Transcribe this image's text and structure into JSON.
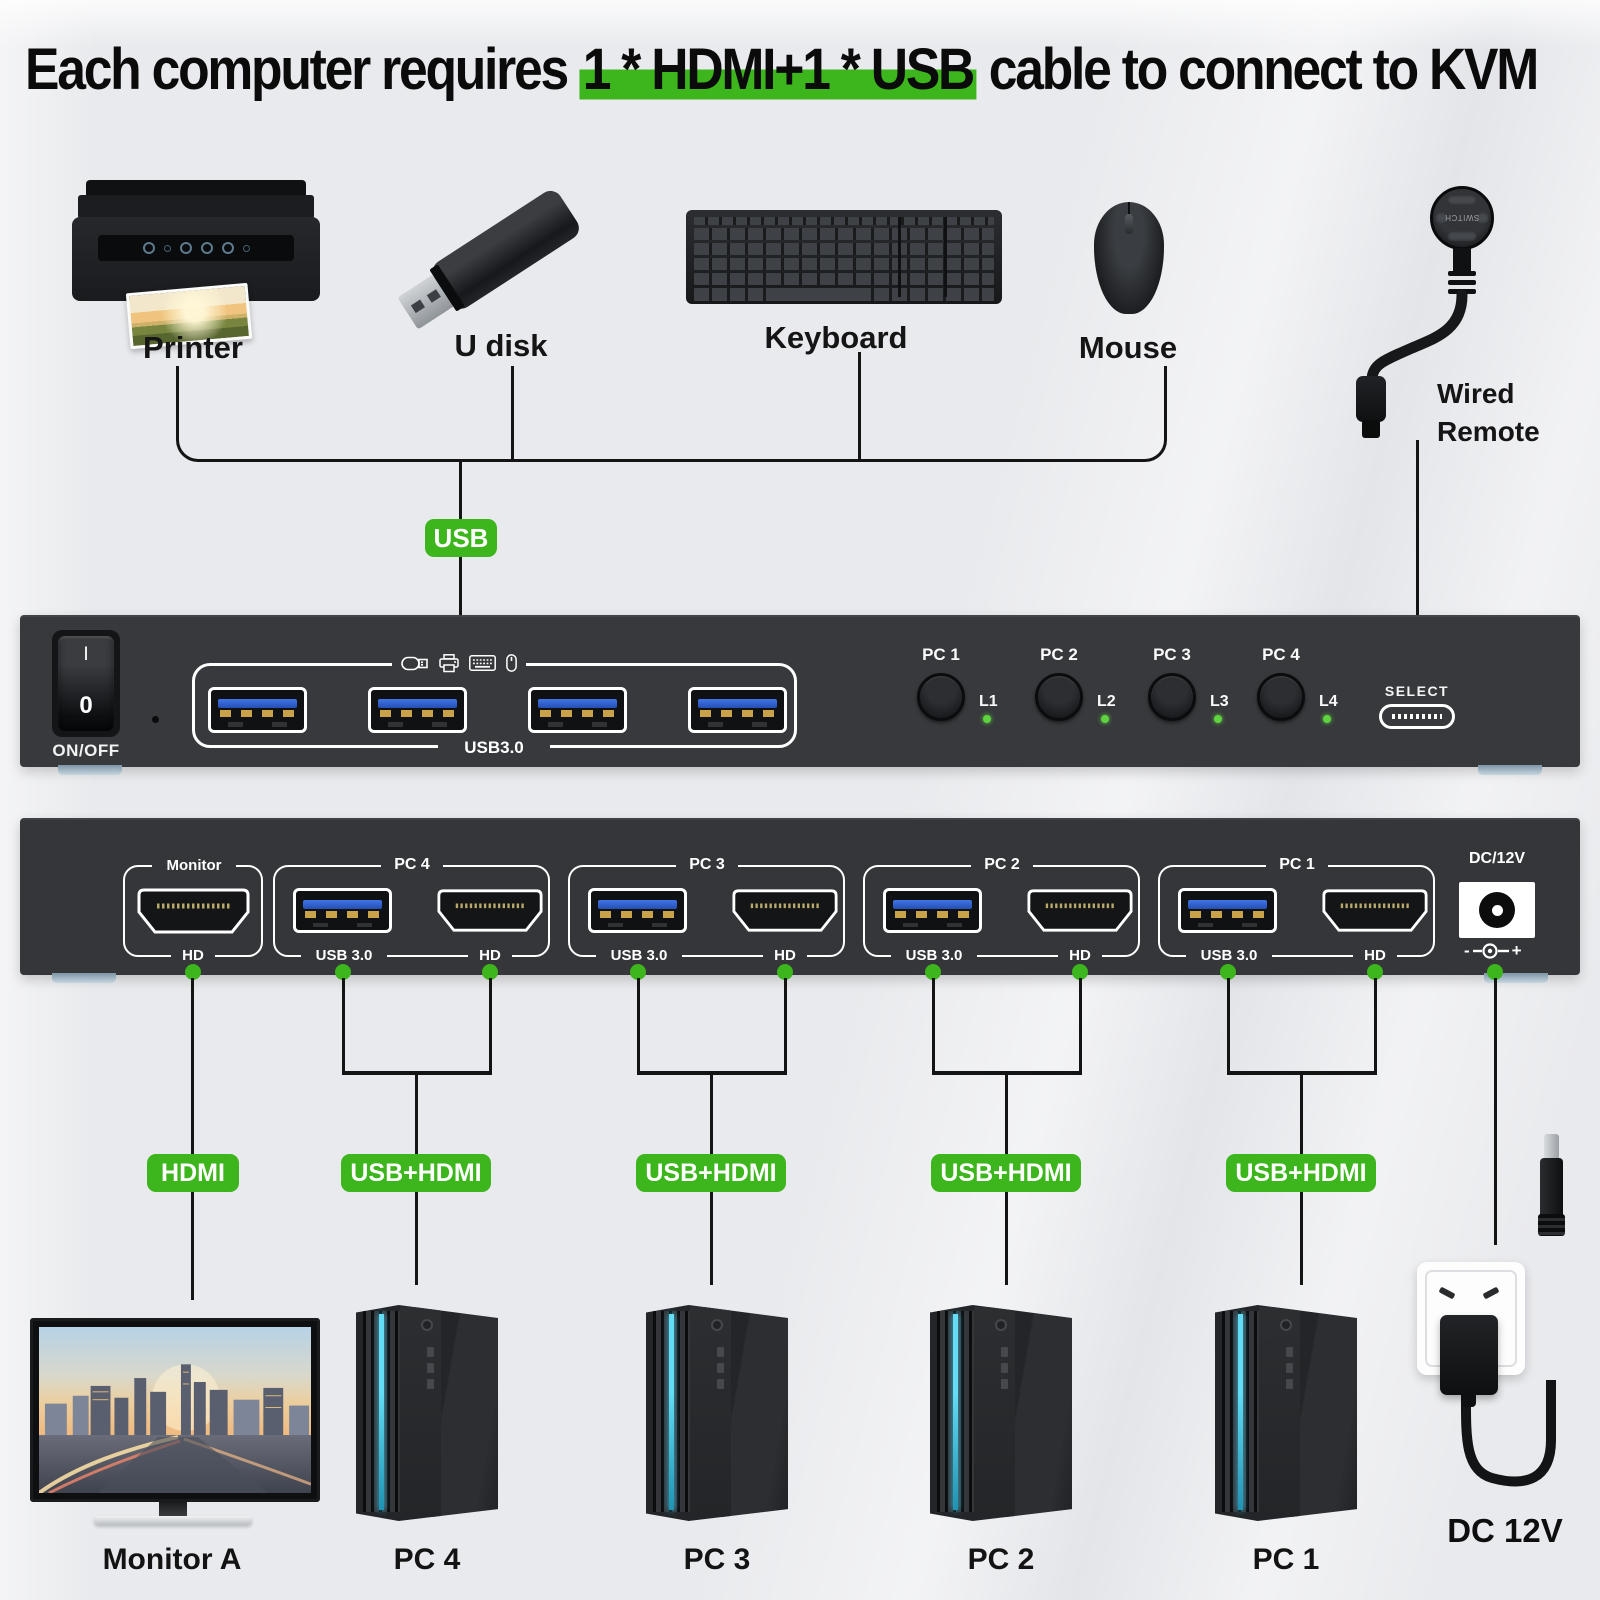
{
  "title": {
    "pre": "Each computer requires ",
    "highlight": "1 * HDMI+1 * USB",
    "post": " cable to connect to KVM"
  },
  "devices": {
    "printer": "Printer",
    "udisk": "U disk",
    "keyboard": "Keyboard",
    "mouse": "Mouse",
    "remote": {
      "line1": "Wired",
      "line2": "Remote",
      "brand": "SWITCH"
    }
  },
  "cable_badges": {
    "usb": "USB",
    "hdmi": "HDMI",
    "usb_hdmi_pc4": "USB+HDMI",
    "usb_hdmi_pc3": "USB+HDMI",
    "usb_hdmi_pc2": "USB+HDMI",
    "usb_hdmi_pc1": "USB+HDMI"
  },
  "front_panel": {
    "power_on": "I",
    "power_off": "0",
    "power_label": "ON/OFF",
    "usb_group_label": "USB3.0",
    "port_icons": [
      "usb-drive-icon",
      "printer-icon",
      "keyboard-icon",
      "mouse-icon"
    ],
    "pc_buttons": [
      {
        "label": "PC 1",
        "led": "L1"
      },
      {
        "label": "PC 2",
        "led": "L2"
      },
      {
        "label": "PC 3",
        "led": "L3"
      },
      {
        "label": "PC 4",
        "led": "L4"
      }
    ],
    "select_label": "SELECT"
  },
  "back_panel": {
    "monitor_label": "Monitor",
    "monitor_port": "HD",
    "sections": [
      {
        "label": "PC 4",
        "usb": "USB 3.0",
        "hd": "HD"
      },
      {
        "label": "PC 3",
        "usb": "USB 3.0",
        "hd": "HD"
      },
      {
        "label": "PC 2",
        "usb": "USB 3.0",
        "hd": "HD"
      },
      {
        "label": "PC 1",
        "usb": "USB 3.0",
        "hd": "HD"
      }
    ],
    "dc_label": "DC/12V",
    "polarity_minus": "-",
    "polarity_plus": "+"
  },
  "bottom_row": {
    "monitor": "Monitor A",
    "pc4": "PC 4",
    "pc3": "PC 3",
    "pc2": "PC 2",
    "pc1": "PC 1",
    "dc": "DC 12V"
  },
  "colors": {
    "accent_green": "#3db51c",
    "led_green": "#5fd33f",
    "usb_blue": "#2f62dd",
    "panel_dark": "#37393c"
  }
}
